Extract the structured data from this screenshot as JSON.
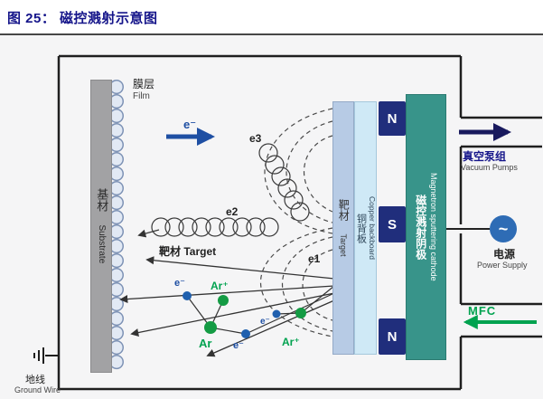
{
  "header": {
    "figure_label": "图 25：",
    "title": "磁控溅射示意图"
  },
  "diagram": {
    "film_cn": "膜层",
    "film_en": "Film",
    "substrate_cn": "基材",
    "substrate_en": "Substrate",
    "e_minus": "e⁻",
    "e1": "e1",
    "e2": "e2",
    "e3": "e3",
    "target_annotation": "靶材 Target",
    "ar": "Ar",
    "ar_plus": "Ar⁺"
  },
  "stack": {
    "target_cn": "靶材",
    "target_en": "Target",
    "copper_cn": "铜背板",
    "copper_en": "Copper backboard",
    "magnets": [
      "N",
      "S",
      "N"
    ],
    "cathode_cn": "磁控溅射阴极",
    "cathode_en": "Magnetron sputtering cathode"
  },
  "right_panel": {
    "vacuum_cn": "真空泵组",
    "vacuum_en": "Vacuum Pumps",
    "power_cn": "电源",
    "power_en": "Power Supply",
    "ac_symbol": "~",
    "mfc": "MFC"
  },
  "ground": {
    "cn": "地线",
    "en": "Ground Wire"
  },
  "colors": {
    "title_navy": "#15158a",
    "electron_blue": "#1e4fa3",
    "green": "#00a24f",
    "cathode_teal": "#38948a",
    "magnet_navy": "#202e7c",
    "power_blue": "#2e6cb5"
  }
}
